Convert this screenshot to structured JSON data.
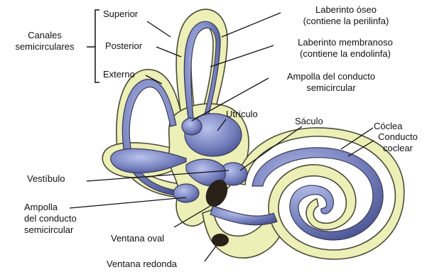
{
  "labels": {
    "canales_line1": "Canales",
    "canales_line2": "semicirculares",
    "superior": "Superior",
    "posterior": "Posterior",
    "externo": "Externo",
    "laberinto_oseo_line1": "Laberinto óseo",
    "laberinto_oseo_line2": "(contiene la perilinfa)",
    "laberinto_membranoso_line1": "Laberinto membranoso",
    "laberinto_membranoso_line2": "(contiene la endolinfa)",
    "ampolla_canal_line1": "Ampolla del conducto",
    "ampolla_canal_line2": "semicircular",
    "utriculo": "Utrículo",
    "saculo": "Sáculo",
    "coclea": "Cóclea",
    "conducto_coclear_line1": "Conducto",
    "conducto_coclear_line2": "coclear",
    "vestibulo": "Vestíbulo",
    "ampolla_left_line1": "Ampolla",
    "ampolla_left_line2": "del conducto",
    "ampolla_left_line3": "semicircular",
    "ventana_oval": "Ventana oval",
    "ventana_redonda": "Ventana redonda"
  },
  "colors": {
    "bony_labyrinth": "#ecefb6",
    "membranous_labyrinth": "#7b86c2",
    "outline": "#3a3a55",
    "window": "#2a2218",
    "leader": "#111111"
  }
}
